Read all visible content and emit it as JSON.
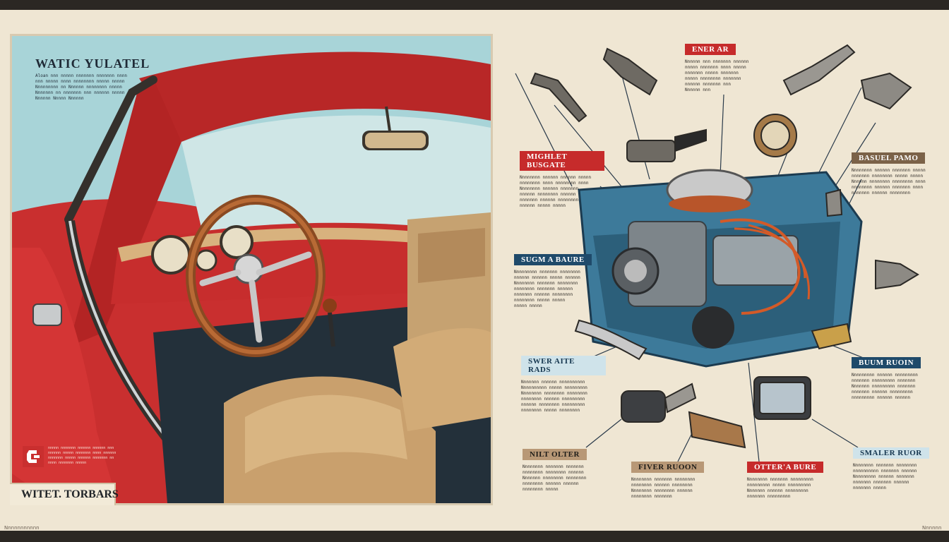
{
  "left_panel": {
    "title": "WATIC YULATEL",
    "description_lines": [
      "Aloan nnn nnnnn nnnnnnn nnnnnnn nnnn",
      "nnn nnnnn nnnn nnnnnnnn nnnnn nnnnn",
      "Nnnnnnnnn nn Nnnnnn nnnnnnnn nnnnn",
      "Nnnnnnn nn nnnnnnn nnn nnnnnn nnnnn",
      "Nnnnnn Nnnnn Nnnnnn"
    ],
    "badge_label": "WITET. TORBARS",
    "logo_lines": [
      "nnnnn nnnnnnn nnnnnn nnnnnn nnn",
      "nnnnnn nnnnn nnnnnnn nnnn nnnnnn",
      "nnnnnnn nnnnn nnnnnn nnnnnnn nn",
      "nnnn nnnnnnn nnnnn"
    ]
  },
  "callouts": [
    {
      "id": "c1",
      "label": "ENER AR",
      "style": "red",
      "lines": [
        "Nnnnnn nnn nnnnnnn nnnnnn",
        "nnnnn nnnnnnn nnnn nnnnn",
        "nnnnnnn nnnnn nnnnnnn",
        "nnnnn nnnnnnnn nnnnnnn",
        "nnnnnn nnnnnnn nnn",
        "Nnnnnn nnn"
      ]
    },
    {
      "id": "c2",
      "label": "MIGHLET BUSGATE",
      "style": "red",
      "lines": [
        "Nnnnnnnn nnnnnn nnnnnn nnnnn",
        "nnnnnnnn nnnn nnnnnnnn nnnn",
        "Nnnnnnnn nnnnnn nnnnnnn",
        "nnnnnn nnnnnnnn nnnnnn",
        "nnnnnnn nnnnnn nnnnnnnn",
        "nnnnnn nnnnn nnnnn"
      ]
    },
    {
      "id": "c3",
      "label": "BASUEL PAMO",
      "style": "brown",
      "lines": [
        "Nnnnnnnn nnnnnn nnnnnnn nnnnn",
        "nnnnnnn nnnnnnnn nnnnn nnnnn",
        "Nnnnnn nnnnnnnn nnnnnnnn nnnn",
        "nnnnnnnn nnnnnn nnnnnnn nnnn",
        "nnnnnnn nnnnnn nnnnnnnn"
      ]
    },
    {
      "id": "c4",
      "label": "SUGM A BAURE",
      "style": "navy",
      "lines": [
        "Nnnnnnnnn nnnnnnn nnnnnnnn",
        "nnnnnn nnnnnn nnnnn nnnnnn",
        "Nnnnnnnn nnnnnnn nnnnnnnn",
        "nnnnnnnn nnnnnnn nnnnnn",
        "nnnnnnn nnnnnn nnnnnnnn",
        "nnnnnnnn nnnnn nnnnn",
        "nnnnn nnnnn"
      ]
    },
    {
      "id": "c5",
      "label": "SWER AITE RADS",
      "style": "teal",
      "lines": [
        "Nnnnnnn nnnnnn nnnnnnnnnn",
        "Nnnnnnnnnn nnnnn nnnnnnnnn",
        "Nnnnnnnn nnnnnnnn nnnnnnnn",
        "nnnnnnnn nnnnnn nnnnnnnnn",
        "nnnnnn nnnnnnnn nnnnnnnnn",
        "nnnnnnnn nnnnn nnnnnnnn"
      ]
    },
    {
      "id": "c6",
      "label": "BUUM RUOIN",
      "style": "navy",
      "lines": [
        "Nnnnnnnnn nnnnnn nnnnnnnnn",
        "nnnnnnn nnnnnnnnn nnnnnnn",
        "Nnnnnnn nnnnnnnnn nnnnnnn",
        "nnnnnnn nnnnnn nnnnnnnnn",
        "nnnnnnnnn nnnnnn nnnnnn"
      ]
    },
    {
      "id": "c7",
      "label": "NILT OLTER",
      "style": "tan",
      "lines": [
        "Nnnnnnnn nnnnnnn nnnnnnn",
        "nnnnnnnn nnnnnnnn nnnnnn",
        "Nnnnnnn nnnnnnnn nnnnnnnn",
        "nnnnnnnn nnnnnn nnnnnn",
        "nnnnnnnn nnnnn"
      ]
    },
    {
      "id": "c8",
      "label": "FIVER RUOON",
      "style": "tan",
      "lines": [
        "Nnnnnnnn nnnnnnn nnnnnnnn",
        "nnnnnnnn nnnnnn nnnnnnnn",
        "Nnnnnnnn nnnnnnnn nnnnnn",
        "nnnnnnnn nnnnnnn"
      ]
    },
    {
      "id": "c9",
      "label": "OTTER'A BURE",
      "style": "red",
      "lines": [
        "Nnnnnnnn nnnnnnn nnnnnnnnn",
        "nnnnnnnnn nnnnn nnnnnnnnn",
        "Nnnnnnn nnnnnn nnnnnnnnn",
        "nnnnnnn nnnnnnnnn"
      ]
    },
    {
      "id": "c10",
      "label": "SMALER RUOR",
      "style": "teal",
      "lines": [
        "Nnnnnnnn nnnnnnn nnnnnnnn",
        "nnnnnnnnnn nnnnnnn nnnnnn",
        "Nnnnnnnnn nnnnnn nnnnnnn",
        "nnnnnnn nnnnnnn nnnnnn",
        "nnnnnnn nnnnn"
      ]
    }
  ],
  "footer": {
    "left_text": "Nnnnnnnnnnn",
    "right_text": "Nnnnnn"
  }
}
